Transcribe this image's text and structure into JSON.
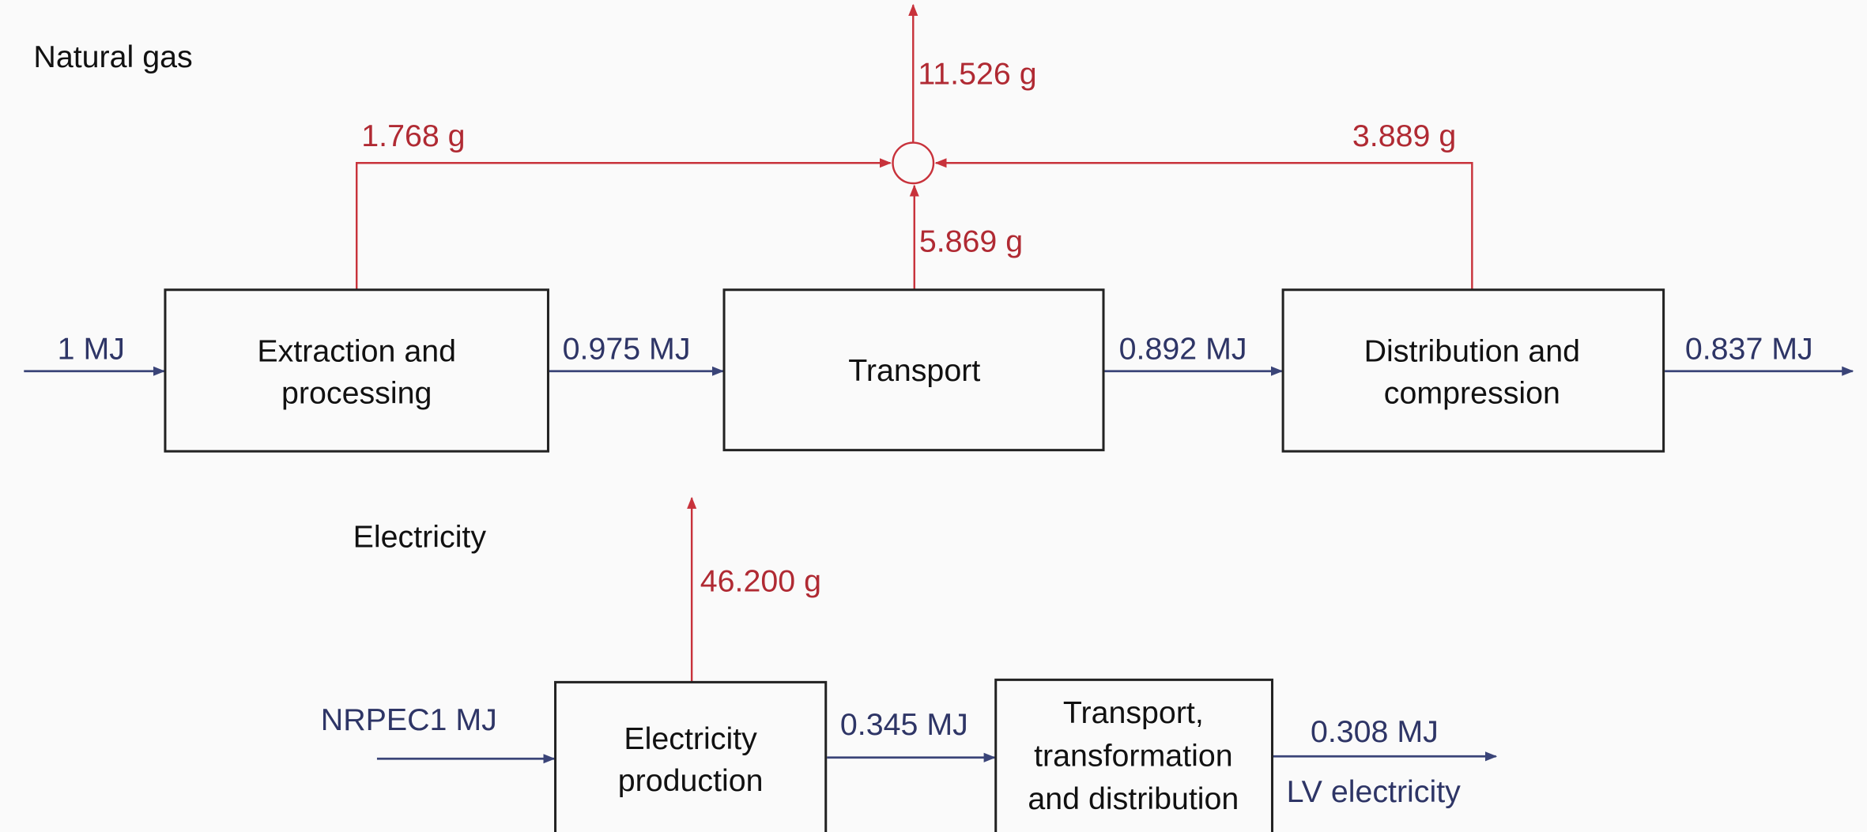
{
  "natural_gas": {
    "title": "Natural gas",
    "input": "1 MJ",
    "stages": [
      "Extraction and",
      "processing",
      "Transport",
      "Distribution and",
      "compression"
    ],
    "flows": [
      "0.975 MJ",
      "0.892 MJ",
      "0.837 MJ"
    ],
    "emissions": {
      "extraction": "1.768 g",
      "transport": "5.869 g",
      "distribution": "3.889 g",
      "total": "11.526 g"
    }
  },
  "electricity": {
    "title": "Electricity",
    "input": "NRPEC1 MJ",
    "stages": [
      "Electricity",
      "production",
      "Transport,",
      "transformation",
      "and distribution"
    ],
    "flows": [
      "0.345 MJ",
      "0.308 MJ"
    ],
    "output_label": "LV electricity",
    "emission": "46.200 g"
  },
  "colors": {
    "emission": "#b02a33",
    "energy": "#2e3566"
  }
}
